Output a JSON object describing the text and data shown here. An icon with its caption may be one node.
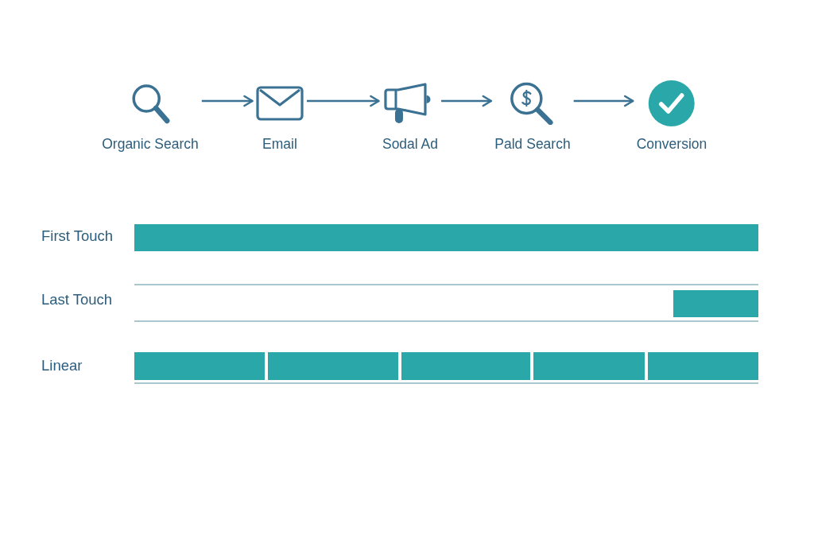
{
  "diagram": {
    "nodes": [
      {
        "text": [
          "Organic Search"
        ]
      },
      {
        "text": [
          "Email"
        ]
      },
      {
        "text": [
          "Sodal Ad"
        ]
      },
      {
        "text": [
          "Pald Search"
        ]
      },
      {
        "text": [
          "Conversion"
        ]
      }
    ],
    "edges": [
      {
        "from": 0,
        "to": 1,
        "arrow": "to"
      },
      {
        "from": 1,
        "to": 2,
        "arrow": "to"
      },
      {
        "from": 2,
        "to": 3,
        "arrow": "to"
      },
      {
        "from": 3,
        "to": 4,
        "arrow": "to"
      }
    ],
    "labels": [
      "First Touch",
      "Last Touch",
      "Linear"
    ]
  }
}
